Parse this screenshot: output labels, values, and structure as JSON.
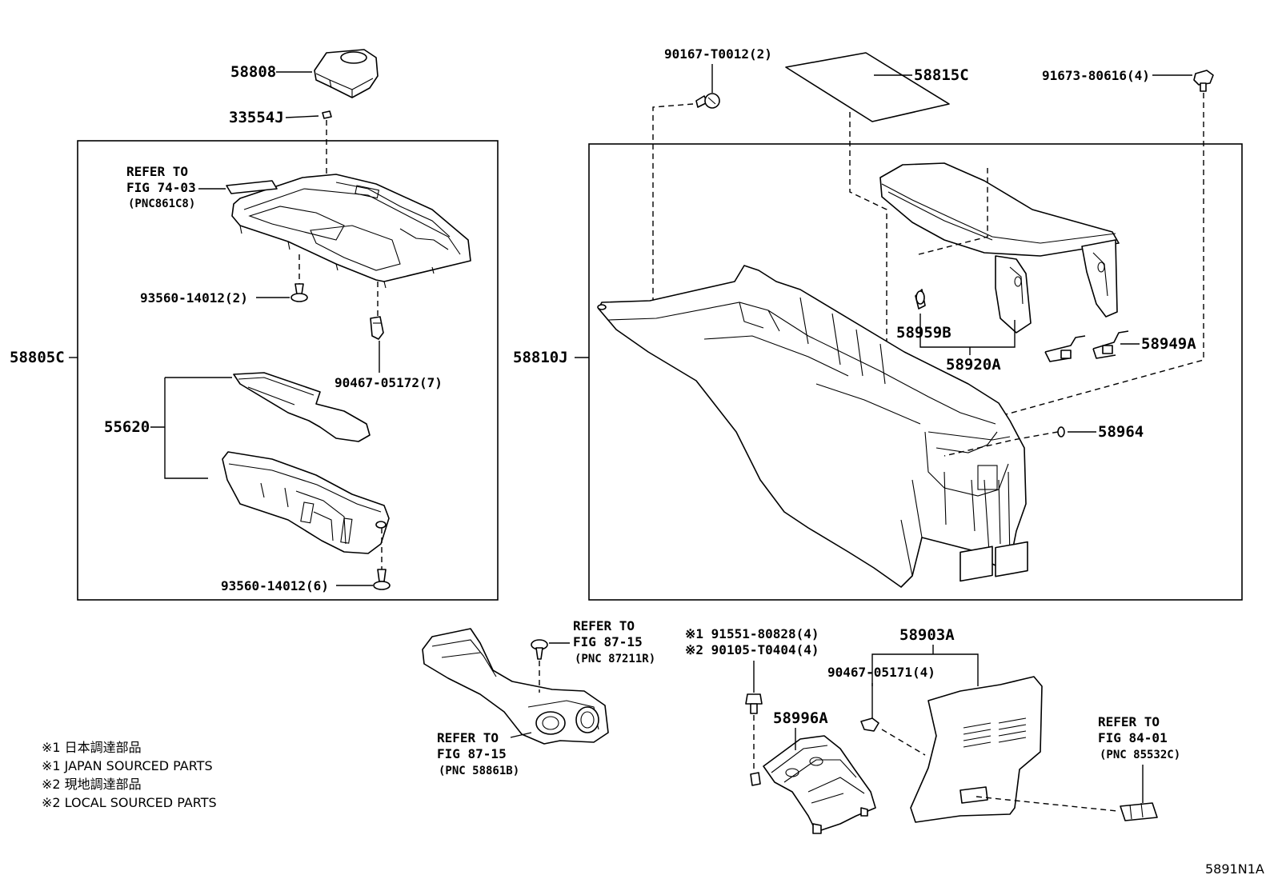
{
  "diagram_code": "5891N1A",
  "frames": {
    "left_group_label": "58805C",
    "right_group_label": "58810J"
  },
  "parts": {
    "p58808": "58808",
    "p33554j": "33554J",
    "p93560_14012_2": "93560-14012(2)",
    "p90467_05172_7": "90467-05172(7)",
    "p55620": "55620",
    "p93560_14012_6": "93560-14012(6)",
    "p90167_t0012_2": "90167-T0012(2)",
    "p58815c": "58815C",
    "p91673_80616_4": "91673-80616(4)",
    "p58959b": "58959B",
    "p58920a": "58920A",
    "p58949a": "58949A",
    "p58964": "58964",
    "p58903a": "58903A",
    "p90467_05171_4": "90467-05171(4)",
    "p58996a": "58996A",
    "p91551_80828_4": "※1 91551-80828(4)",
    "p90105_t0404_4": "※2 90105-T0404(4)"
  },
  "refs": {
    "ref_74_03": {
      "line1": "REFER TO",
      "line2": "FIG 74-03",
      "line3": "(PNC861C8)"
    },
    "ref_87_15_a": {
      "line1": "REFER TO",
      "line2": "FIG 87-15",
      "line3": "(PNC 87211R)"
    },
    "ref_87_15_b": {
      "line1": "REFER TO",
      "line2": "FIG 87-15",
      "line3": "(PNC 58861B)"
    },
    "ref_84_01": {
      "line1": "REFER TO",
      "line2": "FIG 84-01",
      "line3": "(PNC 85532C)"
    }
  },
  "notes": [
    "※1 日本調達部品",
    "※1 JAPAN SOURCED PARTS",
    "※2 現地調達部品",
    "※2 LOCAL SOURCED PARTS"
  ]
}
